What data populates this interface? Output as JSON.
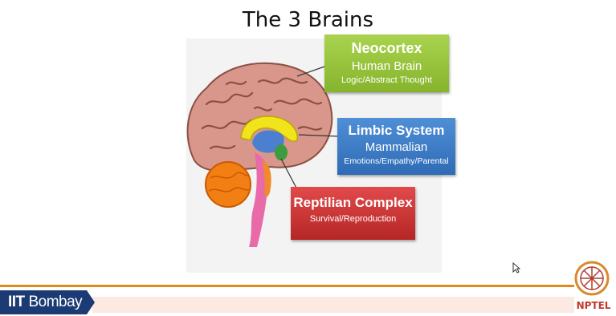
{
  "slide": {
    "title": "The 3 Brains"
  },
  "boxes": {
    "neocortex": {
      "heading": "Neocortex",
      "subtitle": "Human Brain",
      "detail": "Logic/Abstract Thought",
      "color": "#8cc63f"
    },
    "limbic": {
      "heading": "Limbic System",
      "subtitle": "Mammalian",
      "detail": "Emotions/Empathy/Parental",
      "color": "#3a7bc8"
    },
    "reptilian": {
      "heading": "Reptilian Complex",
      "detail": "Survival/Reproduction",
      "color": "#d03030"
    }
  },
  "footer": {
    "institute_prefix": "IIT",
    "institute_name": "Bombay",
    "logo_text": "NPTEL",
    "accent_color": "#e08a1c",
    "brand_color": "#1c3a73"
  },
  "icons": [
    "brain-illustration",
    "mouse-cursor-icon",
    "nptel-logo"
  ]
}
